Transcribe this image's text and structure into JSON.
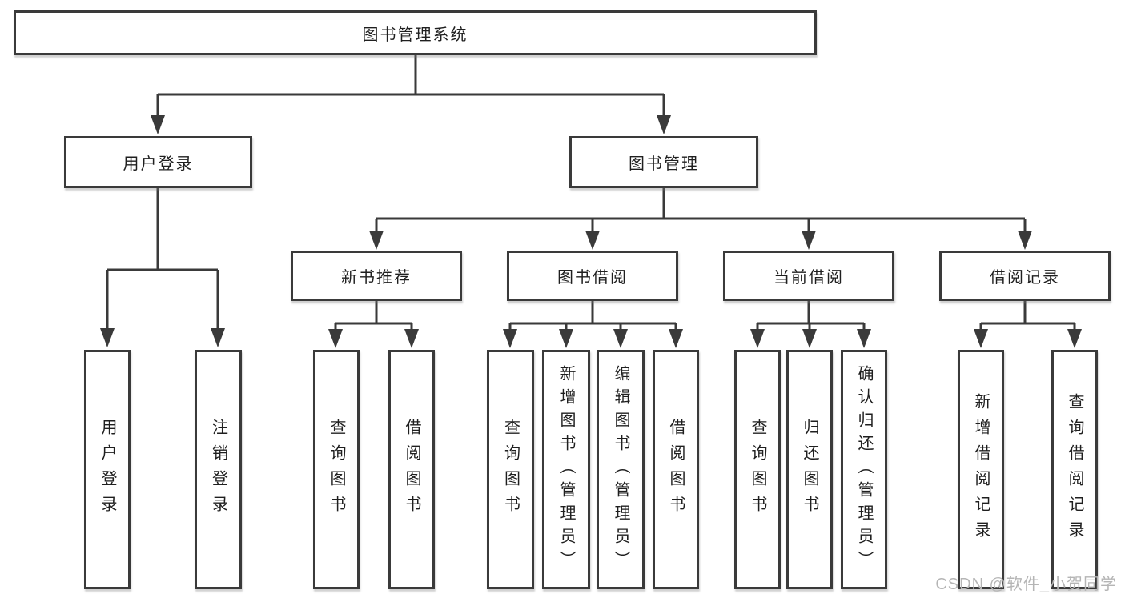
{
  "diagram": {
    "root": {
      "label": "图书管理系统"
    },
    "branches": [
      {
        "label": "用户登录",
        "children": [
          {
            "label": "用户登录"
          },
          {
            "label": "注销登录"
          }
        ]
      },
      {
        "label": "图书管理",
        "children": [
          {
            "label": "新书推荐",
            "children": [
              {
                "label": "查询图书"
              },
              {
                "label": "借阅图书"
              }
            ]
          },
          {
            "label": "图书借阅",
            "children": [
              {
                "label": "查询图书"
              },
              {
                "label": "新增图书（管理员）"
              },
              {
                "label": "编辑图书（管理员）"
              },
              {
                "label": "借阅图书"
              }
            ]
          },
          {
            "label": "当前借阅",
            "children": [
              {
                "label": "查询图书"
              },
              {
                "label": "归还图书"
              },
              {
                "label": "确认归还（管理员）"
              }
            ]
          },
          {
            "label": "借阅记录",
            "children": [
              {
                "label": "新增借阅记录"
              },
              {
                "label": "查询借阅记录"
              }
            ]
          }
        ]
      }
    ]
  },
  "watermark": {
    "text": "CSDN @软件_小贺同学"
  },
  "colors": {
    "line": "#3a3a3a",
    "box_background": "#ffffff",
    "label_text": "#1f1f1f",
    "watermark_text": "#b5b5b5"
  }
}
